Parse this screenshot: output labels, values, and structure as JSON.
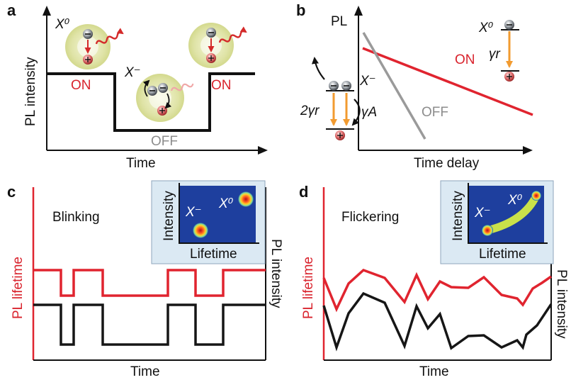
{
  "panels": {
    "a": {
      "letter": "a",
      "ylabel": "PL intensity",
      "xlabel": "Time",
      "on_label_left": "ON",
      "on_label_right": "ON",
      "off_label": "OFF",
      "neutral_state": "X⁰",
      "charged_state": "X⁻"
    },
    "b": {
      "letter": "b",
      "ylabel": "PL",
      "xlabel": "Time delay",
      "on_label": "ON",
      "off_label": "OFF",
      "neutral_state": "X⁰",
      "charged_state": "X⁻",
      "rate_radiative": "γr",
      "rate_charged_radiative": "2γr",
      "rate_auger": "γA"
    },
    "c": {
      "letter": "c",
      "title": "Blinking",
      "left_axis": "PL lifetime",
      "right_axis": "PL intensity",
      "xlabel": "Time",
      "inset": {
        "ylabel": "Intensity",
        "xlabel": "Lifetime",
        "state_high": "X⁰",
        "state_low": "X⁻"
      }
    },
    "d": {
      "letter": "d",
      "title": "Flickering",
      "left_axis": "PL lifetime",
      "right_axis": "PL intensity",
      "xlabel": "Time",
      "inset": {
        "ylabel": "Intensity",
        "xlabel": "Lifetime",
        "state_high": "X⁰",
        "state_low": "X⁻"
      }
    }
  },
  "colors": {
    "lifetime_trace": "#e0242f",
    "intensity_trace": "#161616",
    "off_line": "#9a9a9a",
    "halo": "#dfe3a6",
    "photon": "#d42a2a",
    "rate_arrow": "#f29b30",
    "inset_map": "#1e3f9e",
    "ridge": "#c9e14a"
  }
}
